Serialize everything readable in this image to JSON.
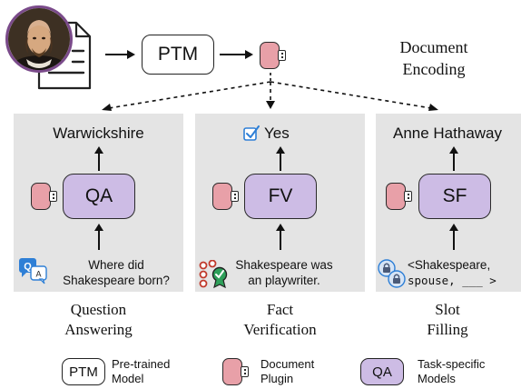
{
  "pipeline": {
    "ptm_label": "PTM",
    "doc_encoding_line1": "Document",
    "doc_encoding_line2": "Encoding"
  },
  "tasks": [
    {
      "result": "Warwickshire",
      "model_label": "QA",
      "input_line1": "Where did",
      "input_line2": "Shakespeare born?",
      "caption_line1": "Question",
      "caption_line2": "Answering"
    },
    {
      "result": "Yes",
      "model_label": "FV",
      "input_line1": "Shakespeare was",
      "input_line2": "an playwriter.",
      "caption_line1": "Fact",
      "caption_line2": "Verification"
    },
    {
      "result": "Anne Hathaway",
      "model_label": "SF",
      "input_line1": "<Shakespeare,",
      "input_line2": "spouse, ___ >",
      "caption_line1": "Slot",
      "caption_line2": "Filling"
    }
  ],
  "icons": {
    "qa_bubble_q": "Q",
    "qa_bubble_a": "A"
  },
  "legend": {
    "ptm_box_label": "PTM",
    "ptm_line1": "Pre-trained",
    "ptm_line2": "Model",
    "plugin_line1": "Document",
    "plugin_line2": "Plugin",
    "task_box_label": "QA",
    "task_line1": "Task-specific",
    "task_line2": "Models"
  },
  "colors": {
    "plugin": "#e8a0a8",
    "task_model": "#cdbce5",
    "panel_bg": "#e4e4e4",
    "portrait_border": "#7a4a8a",
    "check": "#2e7fd6",
    "qa_bubble": "#2e7fd6"
  }
}
